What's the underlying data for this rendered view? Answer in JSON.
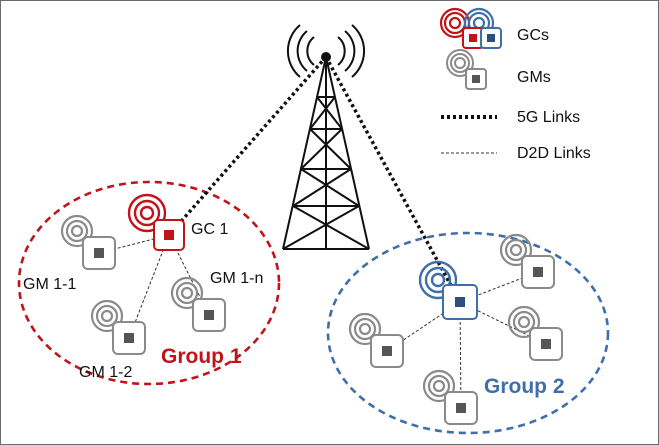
{
  "legend": {
    "gcs": "GCs",
    "gms": "GMs",
    "links_5g": "5G Links",
    "links_d2d": "D2D Links"
  },
  "labels": {
    "gc1": "GC 1",
    "gm11": "GM 1-1",
    "gm1n": "GM 1-n",
    "gm12": "GM 1-2",
    "group1": "Group 1",
    "group2": "Group 2"
  },
  "colors": {
    "group1": "#c0141a",
    "group2": "#3f6faa",
    "member": "#555555"
  },
  "icons": {
    "tower": "cell-tower-icon",
    "controller": "group-controller-icon",
    "member": "group-member-icon"
  }
}
